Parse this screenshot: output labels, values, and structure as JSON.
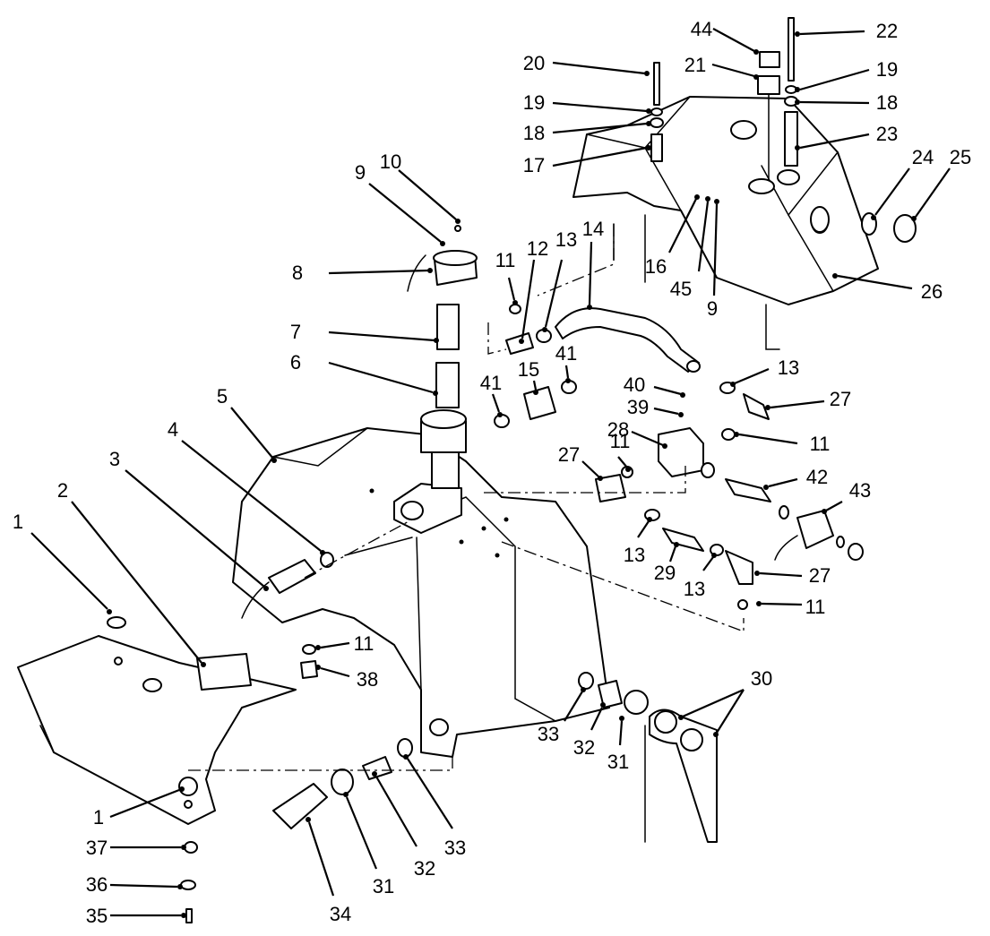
{
  "callouts": [
    {
      "label": "1"
    },
    {
      "label": "2"
    },
    {
      "label": "3"
    },
    {
      "label": "4"
    },
    {
      "label": "5"
    },
    {
      "label": "6"
    },
    {
      "label": "7"
    },
    {
      "label": "8"
    },
    {
      "label": "9"
    },
    {
      "label": "10"
    },
    {
      "label": "11"
    },
    {
      "label": "12"
    },
    {
      "label": "13"
    },
    {
      "label": "14"
    },
    {
      "label": "20"
    },
    {
      "label": "19"
    },
    {
      "label": "18"
    },
    {
      "label": "17"
    },
    {
      "label": "44"
    },
    {
      "label": "21"
    },
    {
      "label": "22"
    },
    {
      "label": "19"
    },
    {
      "label": "18"
    },
    {
      "label": "23"
    },
    {
      "label": "24"
    },
    {
      "label": "25"
    },
    {
      "label": "16"
    },
    {
      "label": "45"
    },
    {
      "label": "9"
    },
    {
      "label": "26"
    },
    {
      "label": "41"
    },
    {
      "label": "15"
    },
    {
      "label": "41"
    },
    {
      "label": "13"
    },
    {
      "label": "40"
    },
    {
      "label": "27"
    },
    {
      "label": "39"
    },
    {
      "label": "28"
    },
    {
      "label": "11"
    },
    {
      "label": "11"
    },
    {
      "label": "27"
    },
    {
      "label": "42"
    },
    {
      "label": "43"
    },
    {
      "label": "13"
    },
    {
      "label": "29"
    },
    {
      "label": "13"
    },
    {
      "label": "27"
    },
    {
      "label": "11"
    },
    {
      "label": "11"
    },
    {
      "label": "38"
    },
    {
      "label": "30"
    },
    {
      "label": "33"
    },
    {
      "label": "32"
    },
    {
      "label": "31"
    },
    {
      "label": "1"
    },
    {
      "label": "37"
    },
    {
      "label": "36"
    },
    {
      "label": "35"
    },
    {
      "label": "34"
    },
    {
      "label": "31"
    },
    {
      "label": "32"
    },
    {
      "label": "33"
    }
  ]
}
